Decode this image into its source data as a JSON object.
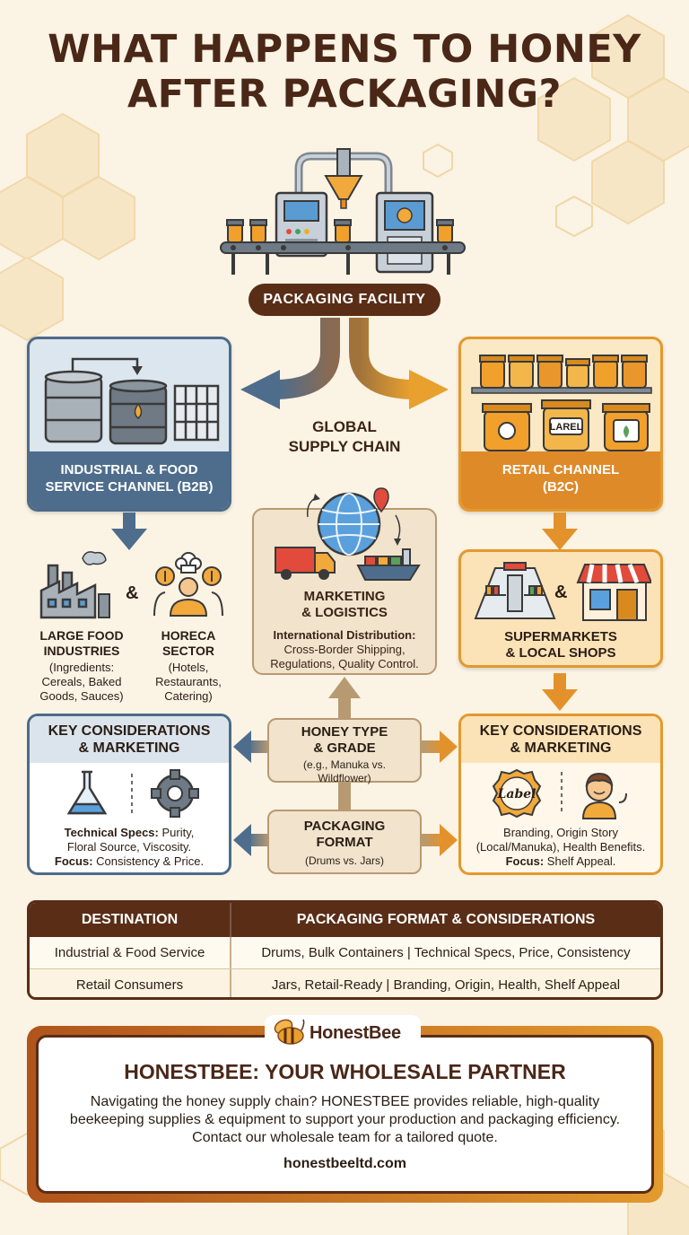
{
  "title": {
    "line1": "WHAT HAPPENS TO HONEY",
    "line2": "AFTER PACKAGING?"
  },
  "facility": {
    "label": "PACKAGING FACILITY",
    "icon": "conveyor-machine-icon"
  },
  "center_label": {
    "line1": "GLOBAL",
    "line2": "SUPPLY CHAIN"
  },
  "b2b": {
    "card_label_line1": "INDUSTRIAL & FOOD",
    "card_label_line2": "SERVICE CHANNEL (B2B)",
    "left_title": "LARGE FOOD\nINDUSTRIES",
    "left_desc": "(Ingredients:\nCereals, Baked\nGoods, Sauces)",
    "amp": "&",
    "right_title": "HORECA\nSECTOR",
    "right_desc": "(Hotels,\nRestaurants,\nCatering)"
  },
  "b2c": {
    "card_label_line1": "RETAIL CHANNEL",
    "card_label_line2": "(B2C)",
    "jar_label": "LAREL",
    "sub_title": "SUPERMARKETS\n& LOCAL SHOPS",
    "amp": "&"
  },
  "marketing": {
    "title": "MARKETING\n& LOGISTICS",
    "desc_head": "International Distribution:",
    "desc": "Cross-Border Shipping,\nRegulations, Quality Control."
  },
  "honey_type": {
    "title": "HONEY TYPE\n& GRADE",
    "sub": "(e.g., Manuka vs.\nWildflower)"
  },
  "packaging_format": {
    "title": "PACKAGING\nFORMAT",
    "sub": "(Drums vs. Jars)"
  },
  "kc_left": {
    "head": "KEY CONSIDERATIONS\n& MARKETING",
    "spec_label": "Technical Specs:",
    "spec_text": " Purity,",
    "spec_line2": "Floral Source, Viscosity.",
    "focus_label": "Focus:",
    "focus_text": " Consistency & Price."
  },
  "kc_right": {
    "head": "KEY CONSIDERATIONS\n& MARKETING",
    "badge_text": "Label",
    "line1": "Branding, Origin Story",
    "line2": "(Local/Manuka), Health Benefits.",
    "focus_label": "Focus:",
    "focus_text": " Shelf Appeal."
  },
  "table": {
    "headers": [
      "DESTINATION",
      "PACKAGING FORMAT & CONSIDERATIONS"
    ],
    "rows": [
      [
        "Industrial & Food Service",
        "Drums, Bulk Containers | Technical Specs, Price, Consistency"
      ],
      [
        "Retail Consumers",
        "Jars, Retail-Ready | Branding, Origin, Health, Shelf Appeal"
      ]
    ]
  },
  "cta": {
    "brand": "HonestBee",
    "title": "HONESTBEE: YOUR WHOLESALE PARTNER",
    "text": "Navigating the honey supply chain? HONESTBEE provides reliable, high-quality beekeeping supplies & equipment to support your production and packaging efficiency. Contact our wholesale team for a tailored quote.",
    "url": "honestbeeltd.com"
  },
  "colors": {
    "brown": "#5a2d17",
    "blue": "#4e6d8c",
    "orange": "#df8a29",
    "cream": "#fbf3e4",
    "beige": "#f1e3cc"
  }
}
